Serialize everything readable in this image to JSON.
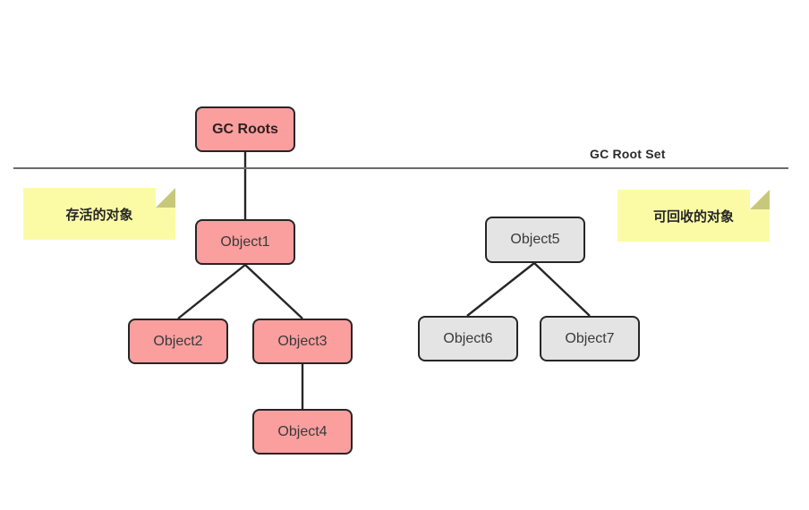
{
  "diagram": {
    "title_label": "GC Root Set",
    "divider": {
      "color": "#6b6b6b"
    },
    "colors": {
      "live_fill": "#fa9e9e",
      "garbage_fill": "#e4e4e4",
      "node_border": "#262626",
      "note_fill": "#fbfba6",
      "note_fold": "#c8c87c",
      "edge": "#262626"
    },
    "notes": [
      {
        "name": "live-objects-note",
        "label": "存活的对象"
      },
      {
        "name": "collectable-objects-note",
        "label": "可回收的对象"
      }
    ],
    "nodes": [
      {
        "id": "gc-roots",
        "label": "GC Roots",
        "kind": "root"
      },
      {
        "id": "object1",
        "label": "Object1",
        "kind": "live"
      },
      {
        "id": "object2",
        "label": "Object2",
        "kind": "live"
      },
      {
        "id": "object3",
        "label": "Object3",
        "kind": "live"
      },
      {
        "id": "object4",
        "label": "Object4",
        "kind": "live"
      },
      {
        "id": "object5",
        "label": "Object5",
        "kind": "garbage"
      },
      {
        "id": "object6",
        "label": "Object6",
        "kind": "garbage"
      },
      {
        "id": "object7",
        "label": "Object7",
        "kind": "garbage"
      }
    ],
    "edges": [
      {
        "from": "gc-roots",
        "to": "object1"
      },
      {
        "from": "object1",
        "to": "object2"
      },
      {
        "from": "object1",
        "to": "object3"
      },
      {
        "from": "object3",
        "to": "object4"
      },
      {
        "from": "object5",
        "to": "object6"
      },
      {
        "from": "object5",
        "to": "object7"
      }
    ]
  }
}
